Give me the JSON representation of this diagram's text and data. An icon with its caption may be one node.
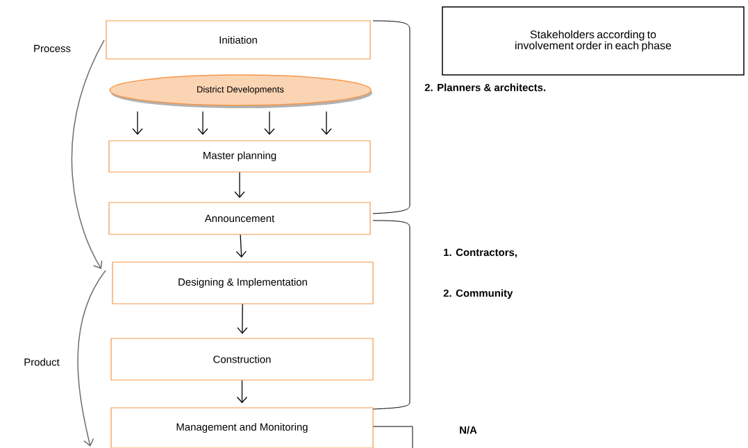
{
  "diagram": {
    "nodes": [
      {
        "text": [
          "Initiation"
        ]
      },
      {
        "text": [
          "District Developments"
        ]
      },
      {
        "text": [
          "Master planning"
        ]
      },
      {
        "text": [
          "Announcement"
        ]
      },
      {
        "text": [
          "Designing & Implementation"
        ]
      },
      {
        "text": [
          "Construction"
        ]
      },
      {
        "text": [
          "Management and Monitoring"
        ]
      },
      {
        "text": [
          "Stakeholders according to involvement order in each phase"
        ]
      }
    ],
    "edges": [
      {
        "from": 1,
        "to": 2,
        "arrow": "to"
      },
      {
        "from": 1,
        "to": 2,
        "arrow": "to"
      },
      {
        "from": 1,
        "to": 2,
        "arrow": "to"
      },
      {
        "from": 1,
        "to": 2,
        "arrow": "to"
      },
      {
        "from": 2,
        "to": 3,
        "arrow": "to"
      },
      {
        "from": 3,
        "to": 4,
        "arrow": "to"
      },
      {
        "from": 4,
        "to": 5,
        "arrow": "to"
      },
      {
        "from": 5,
        "to": 6,
        "arrow": "to"
      }
    ],
    "labels": [
      "Process",
      "2. Planners & architects.",
      "1. Contractors,",
      "2. Community",
      "Product",
      "N/A"
    ]
  }
}
